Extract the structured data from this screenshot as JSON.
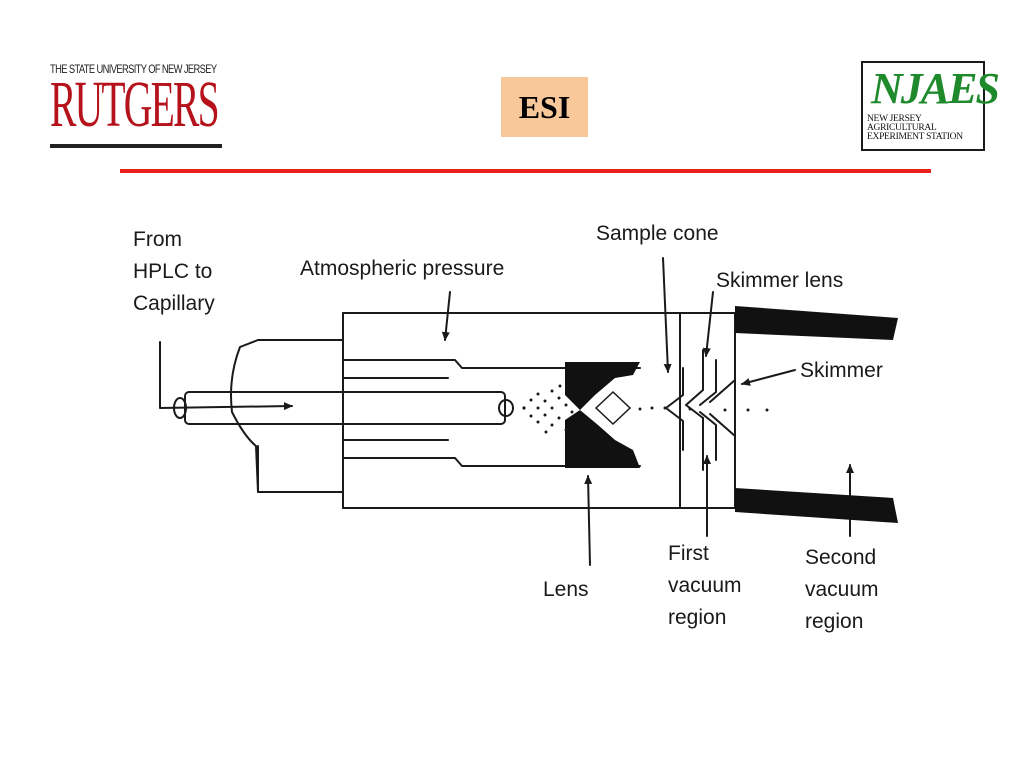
{
  "header": {
    "rutgers_tagline": "THE STATE UNIVERSITY OF NEW JERSEY",
    "rutgers_wordmark": "RUTGERS",
    "title": "ESI",
    "njaes_mark": "NJAES",
    "njaes_subtitle": [
      "NEW JERSEY",
      "AGRICULTURAL",
      "EXPERIMENT STATION"
    ]
  },
  "colors": {
    "rule": "#e8201b",
    "title_box": "#f9c89a",
    "rutgers_red": "#b5121b",
    "njaes_green": "#1f8a2c"
  },
  "diagram": {
    "labels": {
      "from_hplc": [
        "From",
        "HPLC to",
        "Capillary"
      ],
      "atmospheric_pressure": "Atmospheric pressure",
      "sample_cone": "Sample cone",
      "skimmer_lens": "Skimmer lens",
      "skimmer": "Skimmer",
      "lens": "Lens",
      "first_vacuum": [
        "First",
        "vacuum",
        "region"
      ],
      "second_vacuum": [
        "Second",
        "vacuum",
        "region"
      ]
    }
  }
}
